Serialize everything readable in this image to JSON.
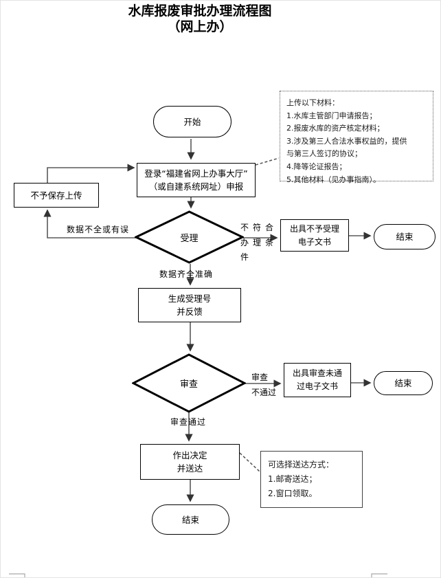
{
  "title": {
    "line1": "水库报废审批办理流程图",
    "line2": "（网上办）"
  },
  "colors": {
    "ink": "#000000",
    "connector": "#595959",
    "note_border": "#595959",
    "margin_mark": "#a6a6a6"
  },
  "flow": {
    "start_label": "开始",
    "login_line1": "登录“福建省网上办事大厅”",
    "login_line2": "（或自建系统网址）申报",
    "reject_save_label": "不予保存上传",
    "accept_label": "受理",
    "reject_notice_line1": "出具不予受理",
    "reject_notice_line2": "电子文书",
    "end_label_1": "结束",
    "generate_line1": "生成受理号",
    "generate_line2": "并反馈",
    "review_label": "审查",
    "review_fail_notice_line1": "出具审查未通",
    "review_fail_notice_line2": "过电子文书",
    "end_label_2": "结束",
    "decision_line1": "作出决定",
    "decision_line2": "并送达",
    "end_label_3": "结束"
  },
  "edge_labels": {
    "data_error": "数据不全或有误",
    "not_qualified": "不符合办理条件",
    "data_ok": "数据齐全准确",
    "review_fail": "审查\n不通过",
    "review_pass": "审查通过"
  },
  "notes": {
    "materials": {
      "lines": [
        "上传以下材料：",
        "1.水库主管部门申请报告；",
        "2.报废水库的资产核定材料；",
        "3.涉及第三人合法水事权益的，提供",
        "与第三人签订的协议；",
        "4.降等论证报告；",
        "5.其他材料（见办事指南）。"
      ]
    },
    "delivery": {
      "lines": [
        "可选择送达方式：",
        "1.邮寄送达；",
        "2.窗口领取。"
      ]
    }
  }
}
